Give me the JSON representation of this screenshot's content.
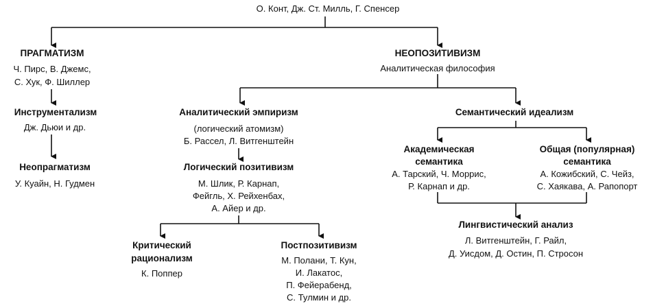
{
  "root": "О. Конт, Дж. Ст. Милль, Г. Спенсер",
  "pragmatism": {
    "title": "ПРАГМАТИЗМ",
    "people_1": "Ч. Пирс, В. Джемс,",
    "people_2": "С. Хук, Ф. Шиллер"
  },
  "instrumentalism": {
    "title": "Инструментализм",
    "people": "Дж. Дьюи и др."
  },
  "neopragmatism": {
    "title": "Неопрагматизм",
    "people": "У. Куайн, Н. Гудмен"
  },
  "neopositivism": {
    "title": "НЕОПОЗИТИВИЗМ",
    "subtitle": "Аналитическая философия"
  },
  "analytic_empiricism": {
    "title": "Аналитический эмпиризм",
    "subtitle": "(логический атомизм)",
    "people": "Б. Рассел, Л. Витгенштейн"
  },
  "logical_positivism": {
    "title": "Логический позитивизм",
    "people_1": "М. Шлик, Р. Карнап,",
    "people_2": "Фейгль, Х. Рейхенбах,",
    "people_3": "А. Айер и др."
  },
  "critical_rationalism": {
    "title_1": "Критический",
    "title_2": "рационализм",
    "people": "К. Поппер"
  },
  "postpositivism": {
    "title": "Постпозитивизм",
    "people_1": "М. Полани, Т. Кун,",
    "people_2": "И. Лакатос,",
    "people_3": "П. Фейерабенд,",
    "people_4": "С. Тулмин и др."
  },
  "semantic_idealism": {
    "title": "Семантический идеализм"
  },
  "academic_semantics": {
    "title_1": "Академическая",
    "title_2": "семантика",
    "people_1": "А. Тарский, Ч. Моррис,",
    "people_2": "Р. Карнап и др."
  },
  "general_semantics": {
    "title_1": "Общая (популярная)",
    "title_2": "семантика",
    "people_1": "А. Кожибский, С. Чейз,",
    "people_2": "С. Хаякава, А. Рапопорт"
  },
  "linguistic_analysis": {
    "title": "Лингвистический анализ",
    "people_1": "Л. Витгенштейн, Г. Райл,",
    "people_2": "Д. Уисдом, Д. Остин, П. Стросон"
  }
}
